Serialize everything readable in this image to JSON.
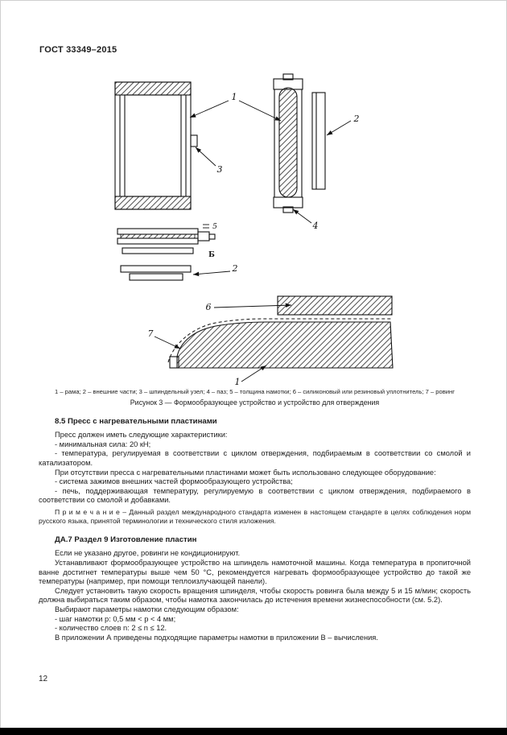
{
  "header": {
    "doc_code": "ГОСТ 33349–2015"
  },
  "figure": {
    "legend": "1 – рама; 2 – внешние части; 3 – шпиндельный узел; 4 – паз; 5 – толщина намотки; 6 – силиконовый или резиновый уплотнитель; 7 – ровинг",
    "caption": "Рисунок 3 — Формообразующее устройство и устройство для отверждения",
    "callouts": {
      "n1": "1",
      "n2": "2",
      "n3": "3",
      "n4": "4",
      "n5": "5",
      "n6": "6",
      "n7": "7",
      "view": "Б"
    }
  },
  "section_press": {
    "heading": "8.5 Пресс с нагревательными пластинами",
    "p1": "Пресс должен иметь следующие характеристики:",
    "p2": "- минимальная сила: 20 кН;",
    "p3": "- температура, регулируемая в соответствии с циклом отверждения, подбираемым в соответствии со смолой и катализатором.",
    "p4": "При отсутствии пресса с нагревательными пластинами может быть использовано следующее оборудование:",
    "p5": "- система зажимов внешних частей формообразующего устройства;",
    "p6": "- печь, поддерживающая температуру, регулируемую в соответствии с циклом отверждения, подбираемого в соответствии со смолой и добавками.",
    "note": "П р и м е ч а н и е  – Данный раздел международного стандарта изменен в настоящем стандарте в целях соблюдения норм русского языка, принятой терминологии и технического стиля изложения."
  },
  "section_da7": {
    "heading": "ДА.7 Раздел 9 Изготовление пластин",
    "p1": "Если не указано другое, ровинги не кондиционируют.",
    "p2": "Устанавливают формообразующее устройство на шпиндель намоточной машины. Когда температура в пропиточной ванне достигнет температуры выше чем 50 °С, рекомендуется нагревать формообразующее устройство до такой же температуры (например, при помощи теплоизлучающей панели).",
    "p3": "Следует установить такую скорость вращения шпинделя, чтобы скорость ровинга была между 5 и 15 м/мин; скорость должна выбираться таким образом, чтобы намотка закончилась до истечения времени жизнеспособности (см. 5.2).",
    "p4": "Выбирают параметры намотки следующим образом:",
    "p5": "- шаг намотки р: 0,5 мм < р < 4 мм;",
    "p6": "- количество слоев n: 2 ≤ n ≤ 12.",
    "p7": "В приложении А приведены подходящие параметры намотки в приложении В – вычисления."
  },
  "footer": {
    "page_number": "12"
  }
}
